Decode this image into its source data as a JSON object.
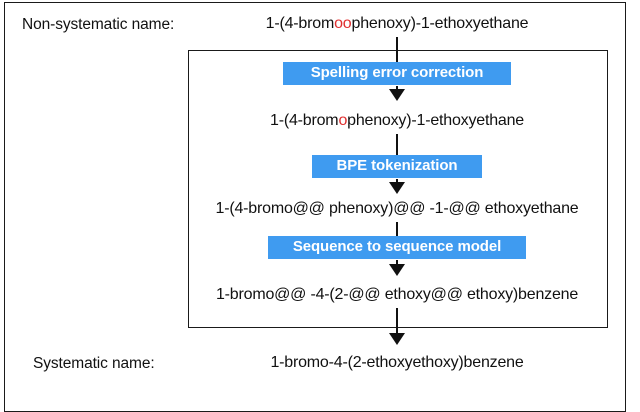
{
  "figure": {
    "accent_color": "#3f9bf0",
    "typo_color": "#e03030",
    "line_color": "#111111"
  },
  "input_row": {
    "label": "Non-systematic name:",
    "value_prefix": "1-(4-brom",
    "value_typo": "oo",
    "value_suffix": "phenoxy)-1-ethoxyethane",
    "full_value": "1-(4-bromoophenoxy)-1-ethoxyethane"
  },
  "pipeline": {
    "stages": [
      {
        "label": "Spelling error correction"
      },
      {
        "label": "BPE tokenization"
      },
      {
        "label": "Sequence to sequence model"
      }
    ],
    "intermediate": [
      {
        "name": "corrected-name",
        "prefix": "1-(4-brom",
        "highlight": "o",
        "suffix": "phenoxy)-1-ethoxyethane",
        "full": "1-(4-bromophenoxy)-1-ethoxyethane"
      },
      {
        "name": "tokenized-name",
        "prefix": "1-(4-bromo@@ phenoxy)@@ -1-@@ ethoxyethane",
        "highlight": "",
        "suffix": "",
        "full": "1-(4-bromo@@ phenoxy)@@ -1-@@ ethoxyethane"
      },
      {
        "name": "translated-tokens",
        "prefix": "1-bromo@@ -4-(2-@@ ethoxy@@ ethoxy)benzene",
        "highlight": "",
        "suffix": "",
        "full": "1-bromo@@ -4-(2-@@ ethoxy@@ ethoxy)benzene"
      }
    ]
  },
  "output_row": {
    "label": "Systematic name:",
    "value": "1-bromo-4-(2-ethoxyethoxy)benzene"
  }
}
